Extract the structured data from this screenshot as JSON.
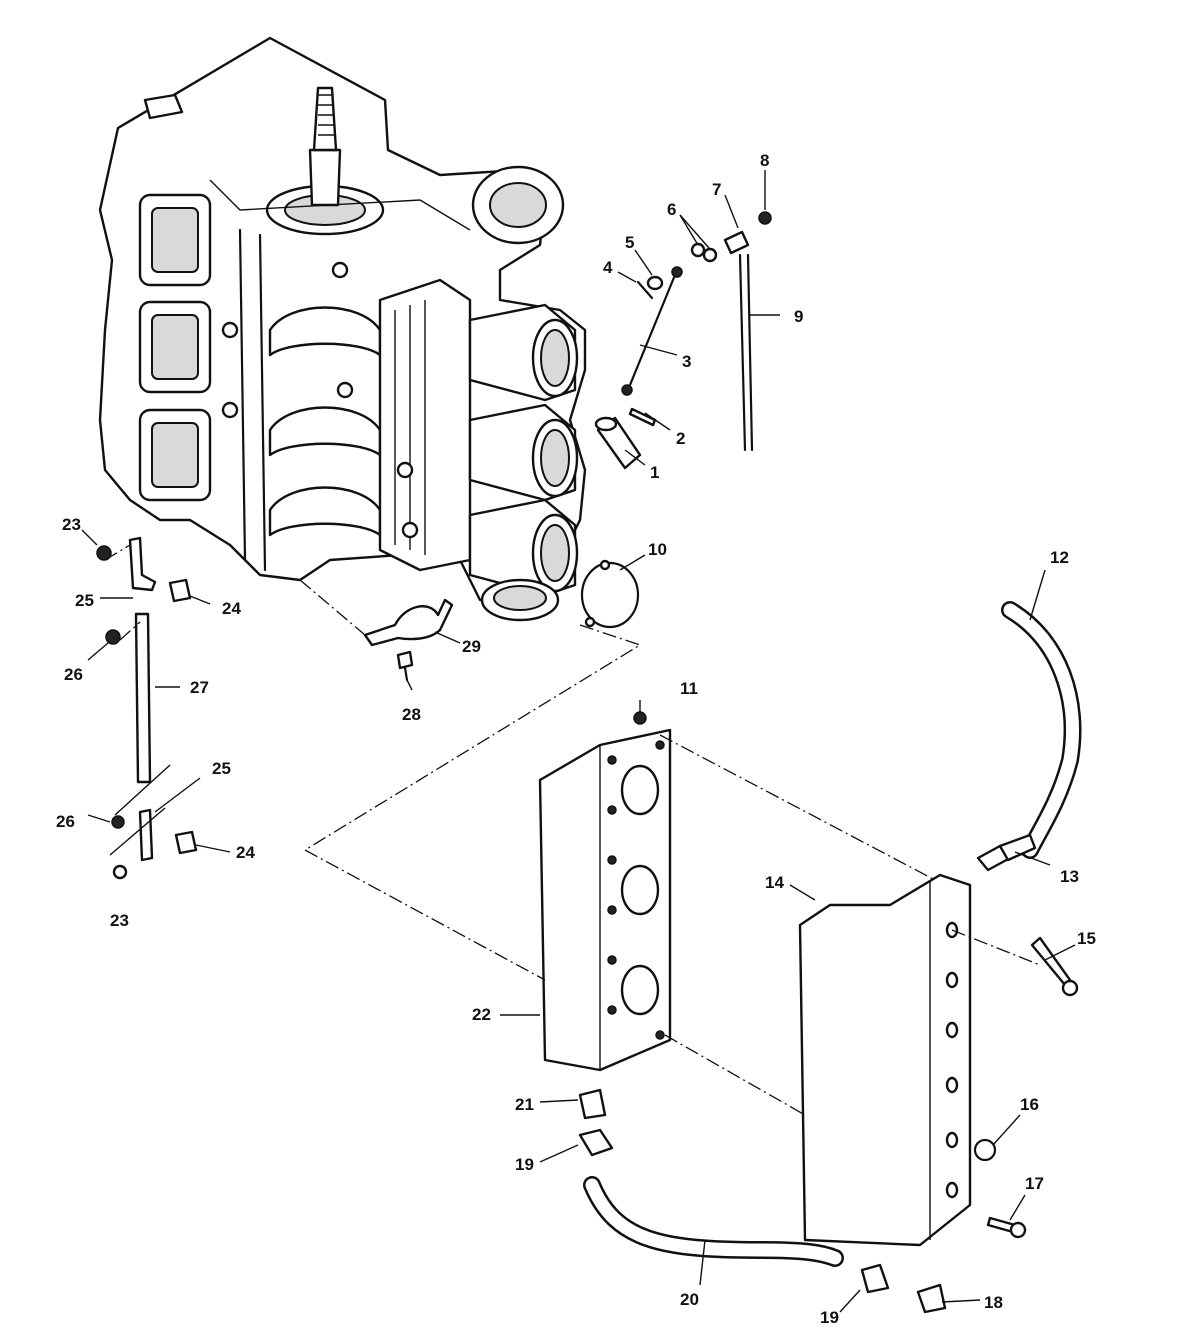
{
  "callouts": [
    {
      "id": "c1",
      "text": "1"
    },
    {
      "id": "c2",
      "text": "2"
    },
    {
      "id": "c3",
      "text": "3"
    },
    {
      "id": "c4",
      "text": "4"
    },
    {
      "id": "c5",
      "text": "5"
    },
    {
      "id": "c6",
      "text": "6"
    },
    {
      "id": "c7",
      "text": "7"
    },
    {
      "id": "c8",
      "text": "8"
    },
    {
      "id": "c9",
      "text": "9"
    },
    {
      "id": "c10",
      "text": "10"
    },
    {
      "id": "c11",
      "text": "11"
    },
    {
      "id": "c12",
      "text": "12"
    },
    {
      "id": "c13",
      "text": "13"
    },
    {
      "id": "c14",
      "text": "14"
    },
    {
      "id": "c15",
      "text": "15"
    },
    {
      "id": "c16",
      "text": "16"
    },
    {
      "id": "c17",
      "text": "17"
    },
    {
      "id": "c18",
      "text": "18"
    },
    {
      "id": "c19a",
      "text": "19"
    },
    {
      "id": "c19b",
      "text": "19"
    },
    {
      "id": "c20",
      "text": "20"
    },
    {
      "id": "c21",
      "text": "21"
    },
    {
      "id": "c22",
      "text": "22"
    },
    {
      "id": "c23a",
      "text": "23"
    },
    {
      "id": "c23b",
      "text": "23"
    },
    {
      "id": "c24a",
      "text": "24"
    },
    {
      "id": "c24b",
      "text": "24"
    },
    {
      "id": "c25a",
      "text": "25"
    },
    {
      "id": "c25b",
      "text": "25"
    },
    {
      "id": "c26a",
      "text": "26"
    },
    {
      "id": "c26b",
      "text": "26"
    },
    {
      "id": "c27",
      "text": "27"
    },
    {
      "id": "c28",
      "text": "28"
    },
    {
      "id": "c29",
      "text": "29"
    }
  ],
  "colors": {
    "ink": "#111111",
    "paper": "#ffffff",
    "shade": "#d9d9d9"
  }
}
